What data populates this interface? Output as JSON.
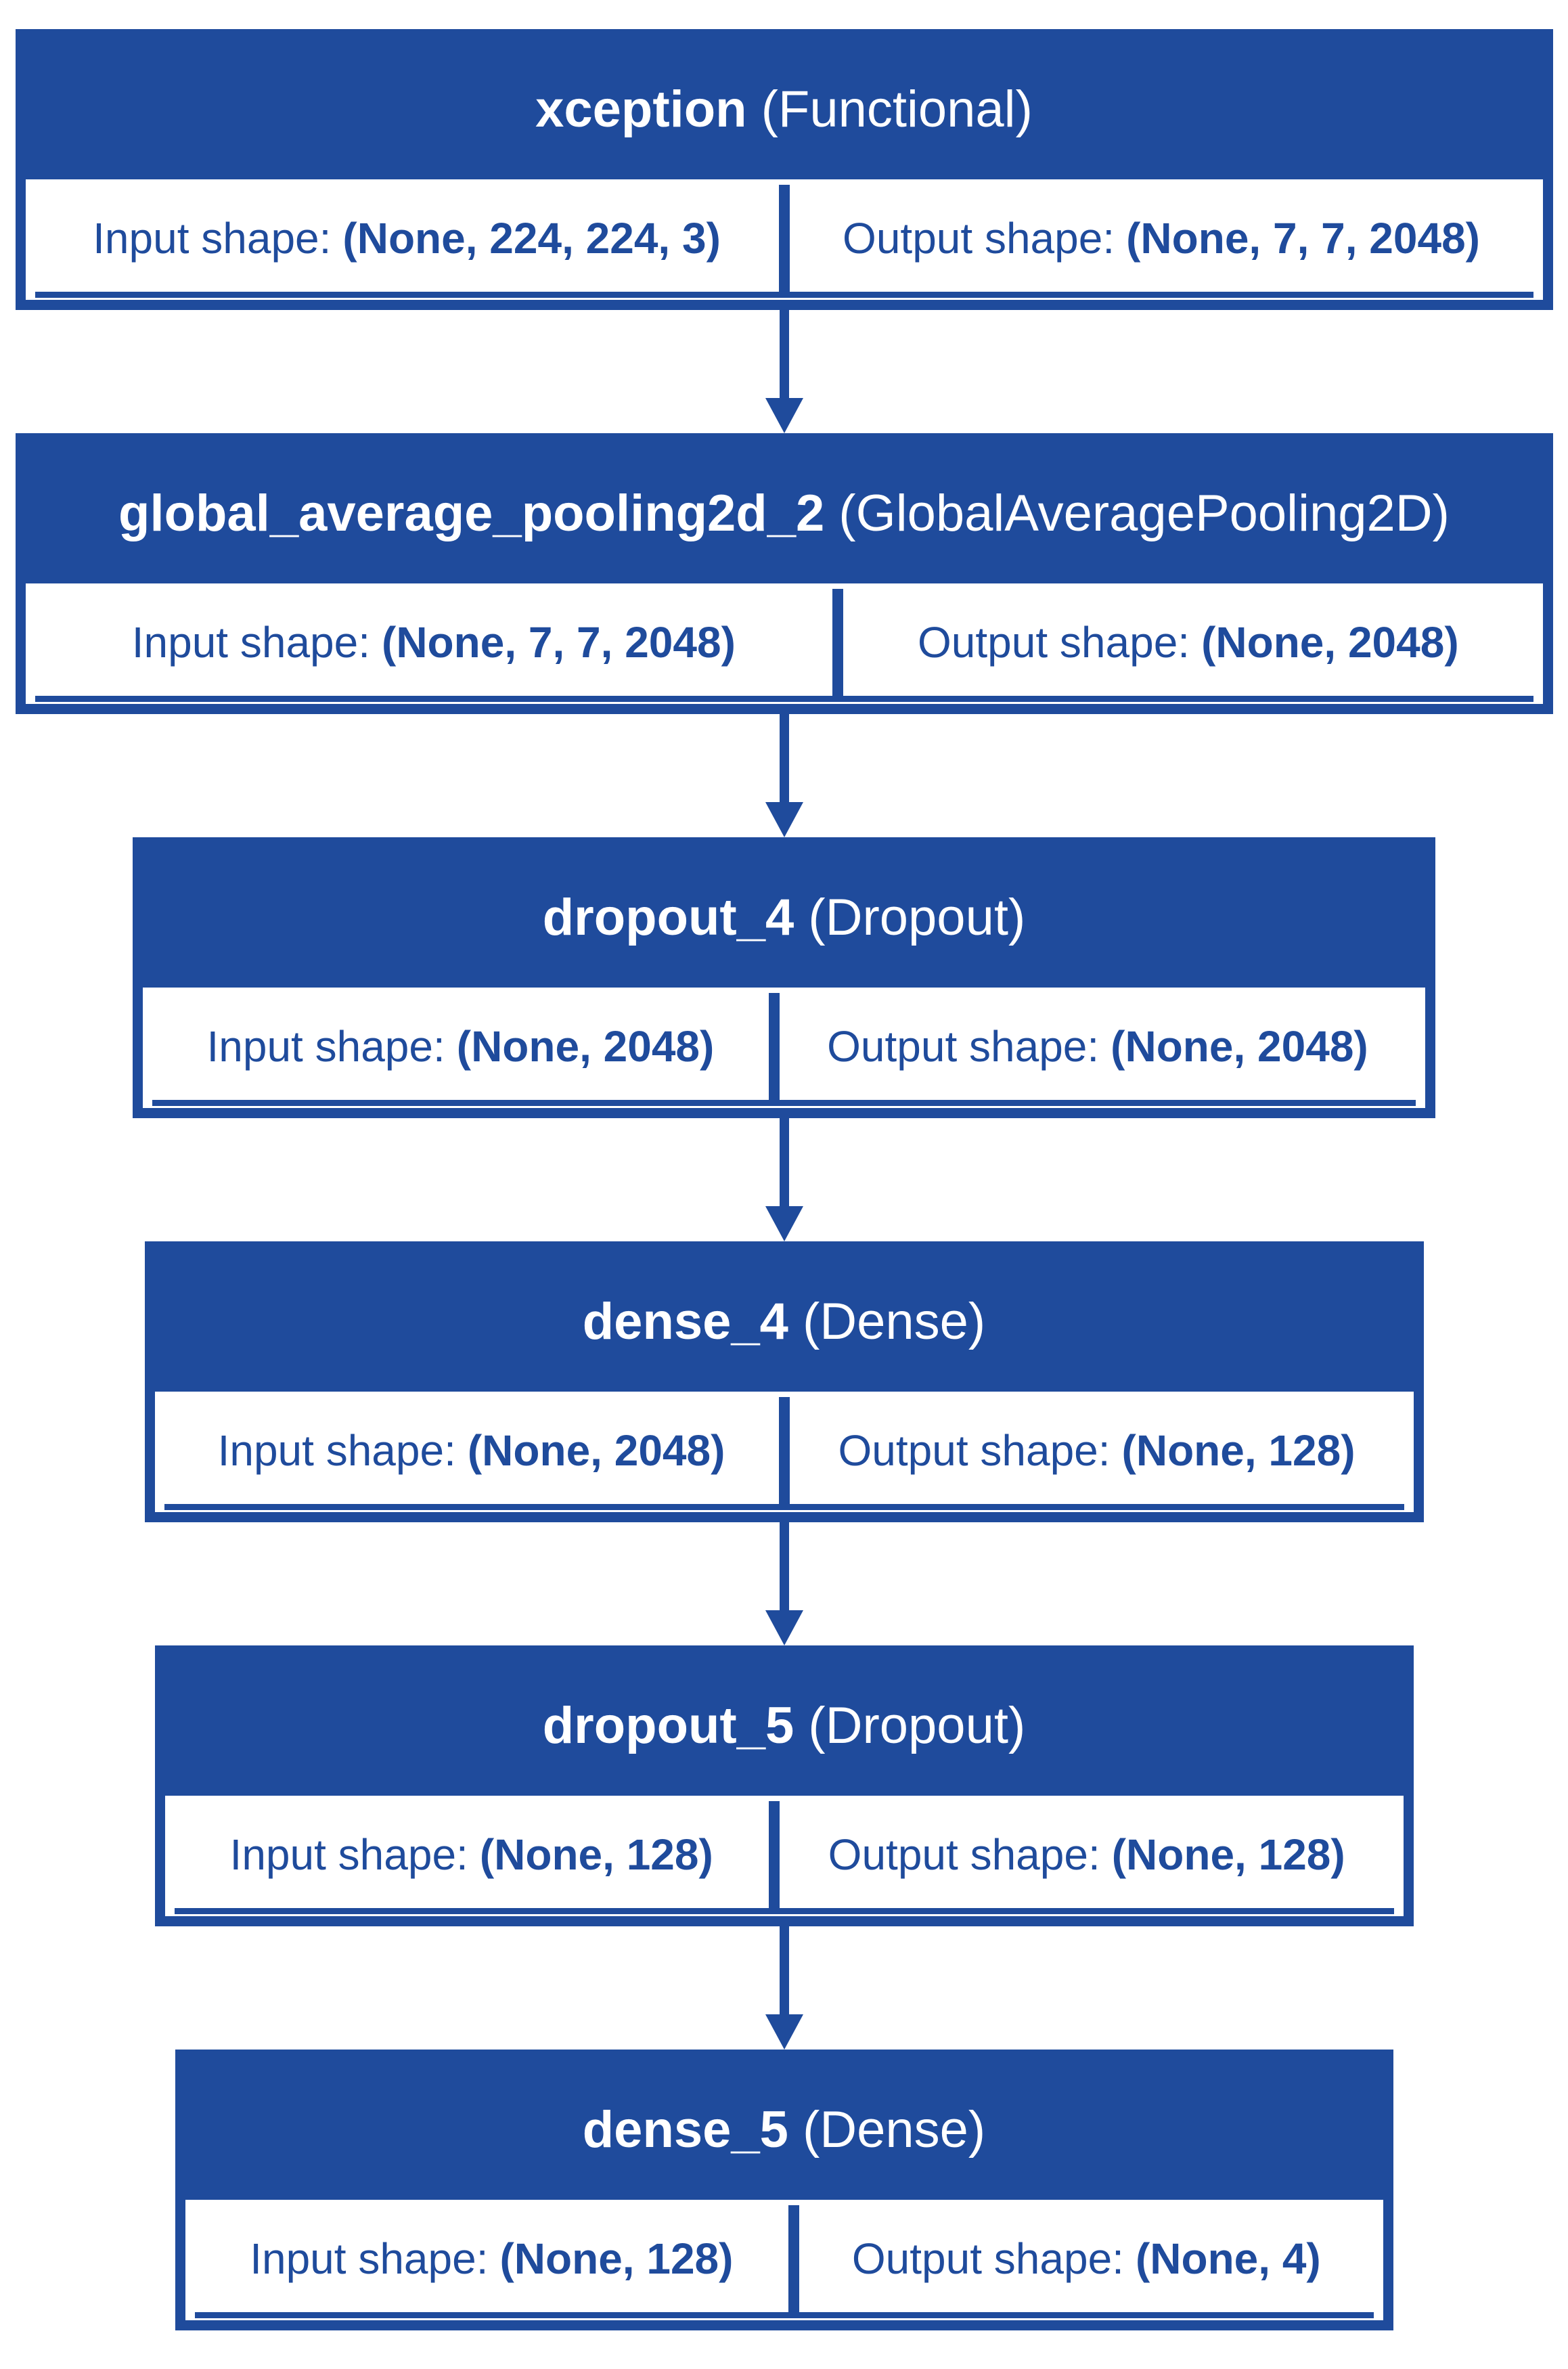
{
  "diagram": {
    "kind": "keras-model-architecture",
    "accent_color": "#1f4b9c",
    "background_color": "#ffffff",
    "title_text_color": "#ffffff",
    "layers": [
      {
        "name": "xception",
        "type": "(Functional)",
        "input_label": "Input shape:",
        "input_value": "(None, 224, 224, 3)",
        "output_label": "Output shape:",
        "output_value": "(None, 7, 7, 2048)"
      },
      {
        "name": "global_average_pooling2d_2",
        "type": "(GlobalAveragePooling2D)",
        "input_label": "Input shape:",
        "input_value": "(None, 7, 7, 2048)",
        "output_label": "Output shape:",
        "output_value": "(None, 2048)"
      },
      {
        "name": "dropout_4",
        "type": "(Dropout)",
        "input_label": "Input shape:",
        "input_value": "(None, 2048)",
        "output_label": "Output shape:",
        "output_value": "(None, 2048)"
      },
      {
        "name": "dense_4",
        "type": "(Dense)",
        "input_label": "Input shape:",
        "input_value": "(None, 2048)",
        "output_label": "Output shape:",
        "output_value": "(None, 128)"
      },
      {
        "name": "dropout_5",
        "type": "(Dropout)",
        "input_label": "Input shape:",
        "input_value": "(None, 128)",
        "output_label": "Output shape:",
        "output_value": "(None, 128)"
      },
      {
        "name": "dense_5",
        "type": "(Dense)",
        "input_label": "Input shape:",
        "input_value": "(None, 128)",
        "output_label": "Output shape:",
        "output_value": "(None, 4)"
      }
    ]
  }
}
